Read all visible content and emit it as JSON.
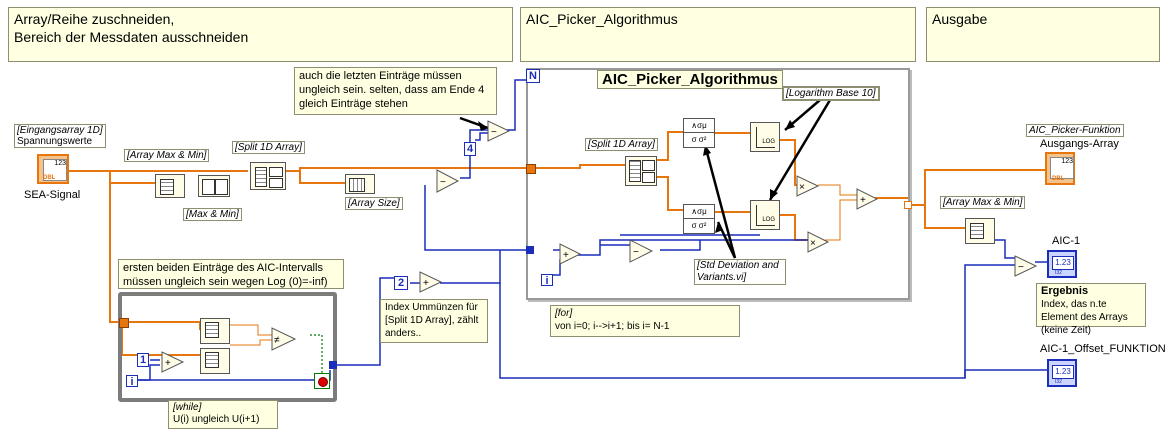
{
  "headers": {
    "array": "Array/Reihe zuschneiden,",
    "array_line2": "Bereich der Messdaten ausschneiden",
    "aic": "AIC_Picker_Algorithmus",
    "output": "Ausgabe"
  },
  "notes": {
    "last_entries": "auch die letzten Einträge müssen ungleich sein. selten, dass am Ende 4 gleich Einträge stehen",
    "first_two": "ersten beiden Einträge des AIC-Intervalls müssen ungleich sein wegen Log (0)=-inf)",
    "index": "Index Ummünzen für [Split 1D Array], zählt anders..",
    "for_loop": "[for]",
    "for_detail": "von i=0;   i-->i+1;    bis i= N-1",
    "while_loop": "[while]",
    "while_detail": "U(i) ungleich U(i+1)",
    "ergebnis_title": "Ergebnis",
    "ergebnis_text": "Index, das n.te Element des Arrays (keine Zeit)"
  },
  "labels": {
    "eingangsarray": "[Eingangsarray 1D]",
    "spannungswerte": "Spannungswerte",
    "sea_signal": "SEA-Signal",
    "array_max_min": "[Array Max & Min]",
    "max_min": "[Max & Min]",
    "split_1d": "[Split 1D Array]",
    "array_size": "[Array Size]",
    "aic_title": "AIC_Picker_Algorithmus",
    "split_1d_inner": "[Split 1D Array]",
    "log_base": "[Logarithm Base 10]",
    "std_dev": "[Std Deviation and Variants.vi]",
    "aic_func_title": "AIC_Picker-Funktion",
    "ausgangs_array": "Ausgangs-Array",
    "array_max_min_out": "[Array Max & Min]",
    "aic1": "AIC-1",
    "aic1_offset": "AIC-1_Offset_FUNKTION"
  },
  "constants": {
    "four": "4",
    "two": "2",
    "one": "1",
    "n": "N",
    "i_for": "i",
    "i_while": "i"
  },
  "indicators": {
    "aic1_value": "1.23",
    "aic1_offset_value": "1.23",
    "dbl_tag": "DBL",
    "i32_tag": "I32"
  },
  "colors": {
    "orange_wire": "#e7760e",
    "blue_wire": "#1a2dbb",
    "green_wire": "#007a00",
    "note_bg": "#ffffe1",
    "loop_frame": "#7c7c7c"
  }
}
